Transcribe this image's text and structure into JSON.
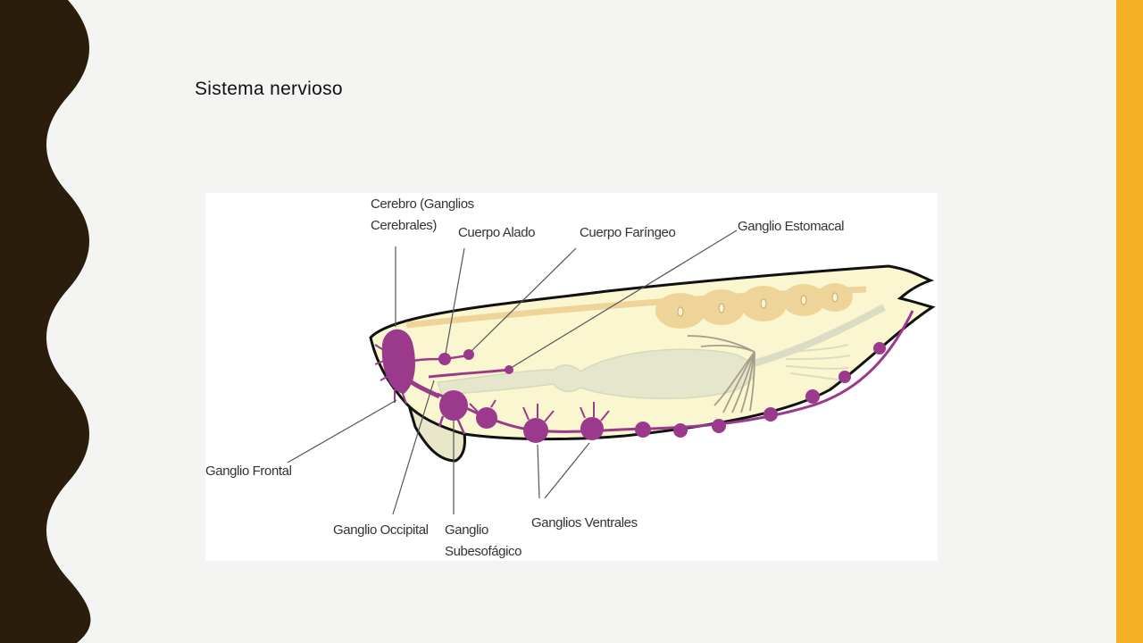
{
  "slide": {
    "title": "Sistema nervioso",
    "colors": {
      "background": "#f4f4f2",
      "left_band": "#2b1d0b",
      "right_accent": "#f5b025",
      "nerve": "#9b3a8c",
      "body_fill": "#faf6cf",
      "fat_body": "#efd49a"
    }
  },
  "diagram": {
    "labels": {
      "cerebro_line1": "Cerebro (Ganglios",
      "cerebro_line2": "Cerebrales)",
      "cuerpo_alado": "Cuerpo Alado",
      "cuerpo_faringeo": "Cuerpo Faríngeo",
      "ganglio_estomacal": "Ganglio Estomacal",
      "ganglio_frontal": "Ganglio Frontal",
      "ganglio_occipital": "Ganglio Occipital",
      "ganglio_subesofagico_line1": "Ganglio",
      "ganglio_subesofagico_line2": "Subesofágico",
      "ganglios_ventrales": "Ganglios Ventrales"
    }
  }
}
